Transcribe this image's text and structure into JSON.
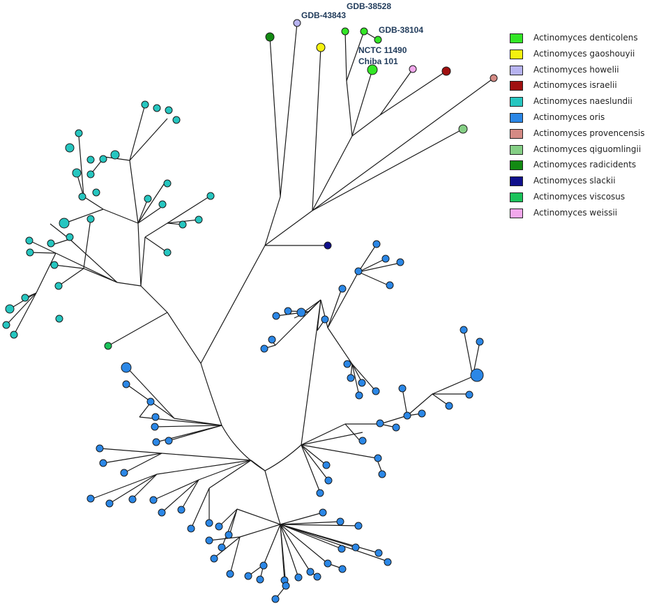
{
  "figure": {
    "species": [
      {
        "name": "Actinomyces denticolens",
        "color": "#33e626"
      },
      {
        "name": "Actinomyces gaoshouyii",
        "color": "#f5f20f"
      },
      {
        "name": "Actinomyces howelii",
        "color": "#b7b3f0"
      },
      {
        "name": "Actinomyces israelii",
        "color": "#a01010"
      },
      {
        "name": "Actinomyces naeslundii",
        "color": "#26c6c0"
      },
      {
        "name": "Actinomyces oris",
        "color": "#2b87e6"
      },
      {
        "name": "Actinomyces provencensis",
        "color": "#d48a84"
      },
      {
        "name": "Actinomyces qiguomlingii",
        "color": "#85cf85"
      },
      {
        "name": "Actinomyces radicidents",
        "color": "#138a13"
      },
      {
        "name": "Actinomyces slackii",
        "color": "#10108c"
      },
      {
        "name": "Actinomyces viscosus",
        "color": "#1bc25a"
      },
      {
        "name": "Actinomyces weissii",
        "color": "#f2a8ec"
      }
    ],
    "strain_labels": [
      "GDB-38528",
      "GDB-43843",
      "GDB-38104",
      "NCTC 11490",
      "Chiba 101"
    ]
  }
}
